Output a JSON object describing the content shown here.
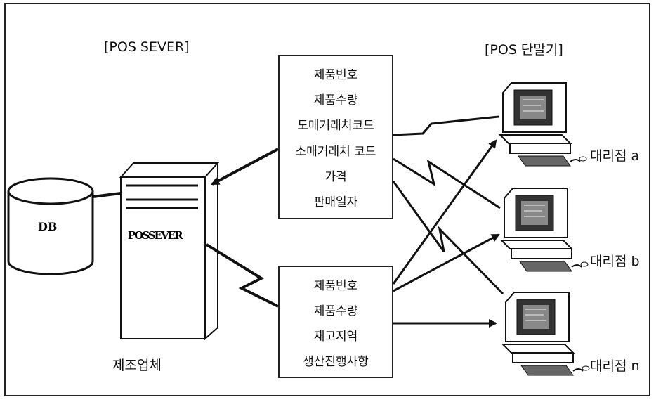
{
  "labels": {
    "server_title": "[POS SEVER]",
    "terminal_title": "[POS 단말기]",
    "db": "DB",
    "server_text": "POSSEVER",
    "manufacturer": "제조업체"
  },
  "sales_box": [
    "제품번호",
    "제품수량",
    "도매거래처코드",
    "소매거래처 코드",
    "가격",
    "판매일자"
  ],
  "inventory_box": [
    "제품번호",
    "제품수량",
    "재고지역",
    "생산진행사항"
  ],
  "agencies": [
    "대리점 a",
    "대리점 b",
    "대리점 n"
  ]
}
